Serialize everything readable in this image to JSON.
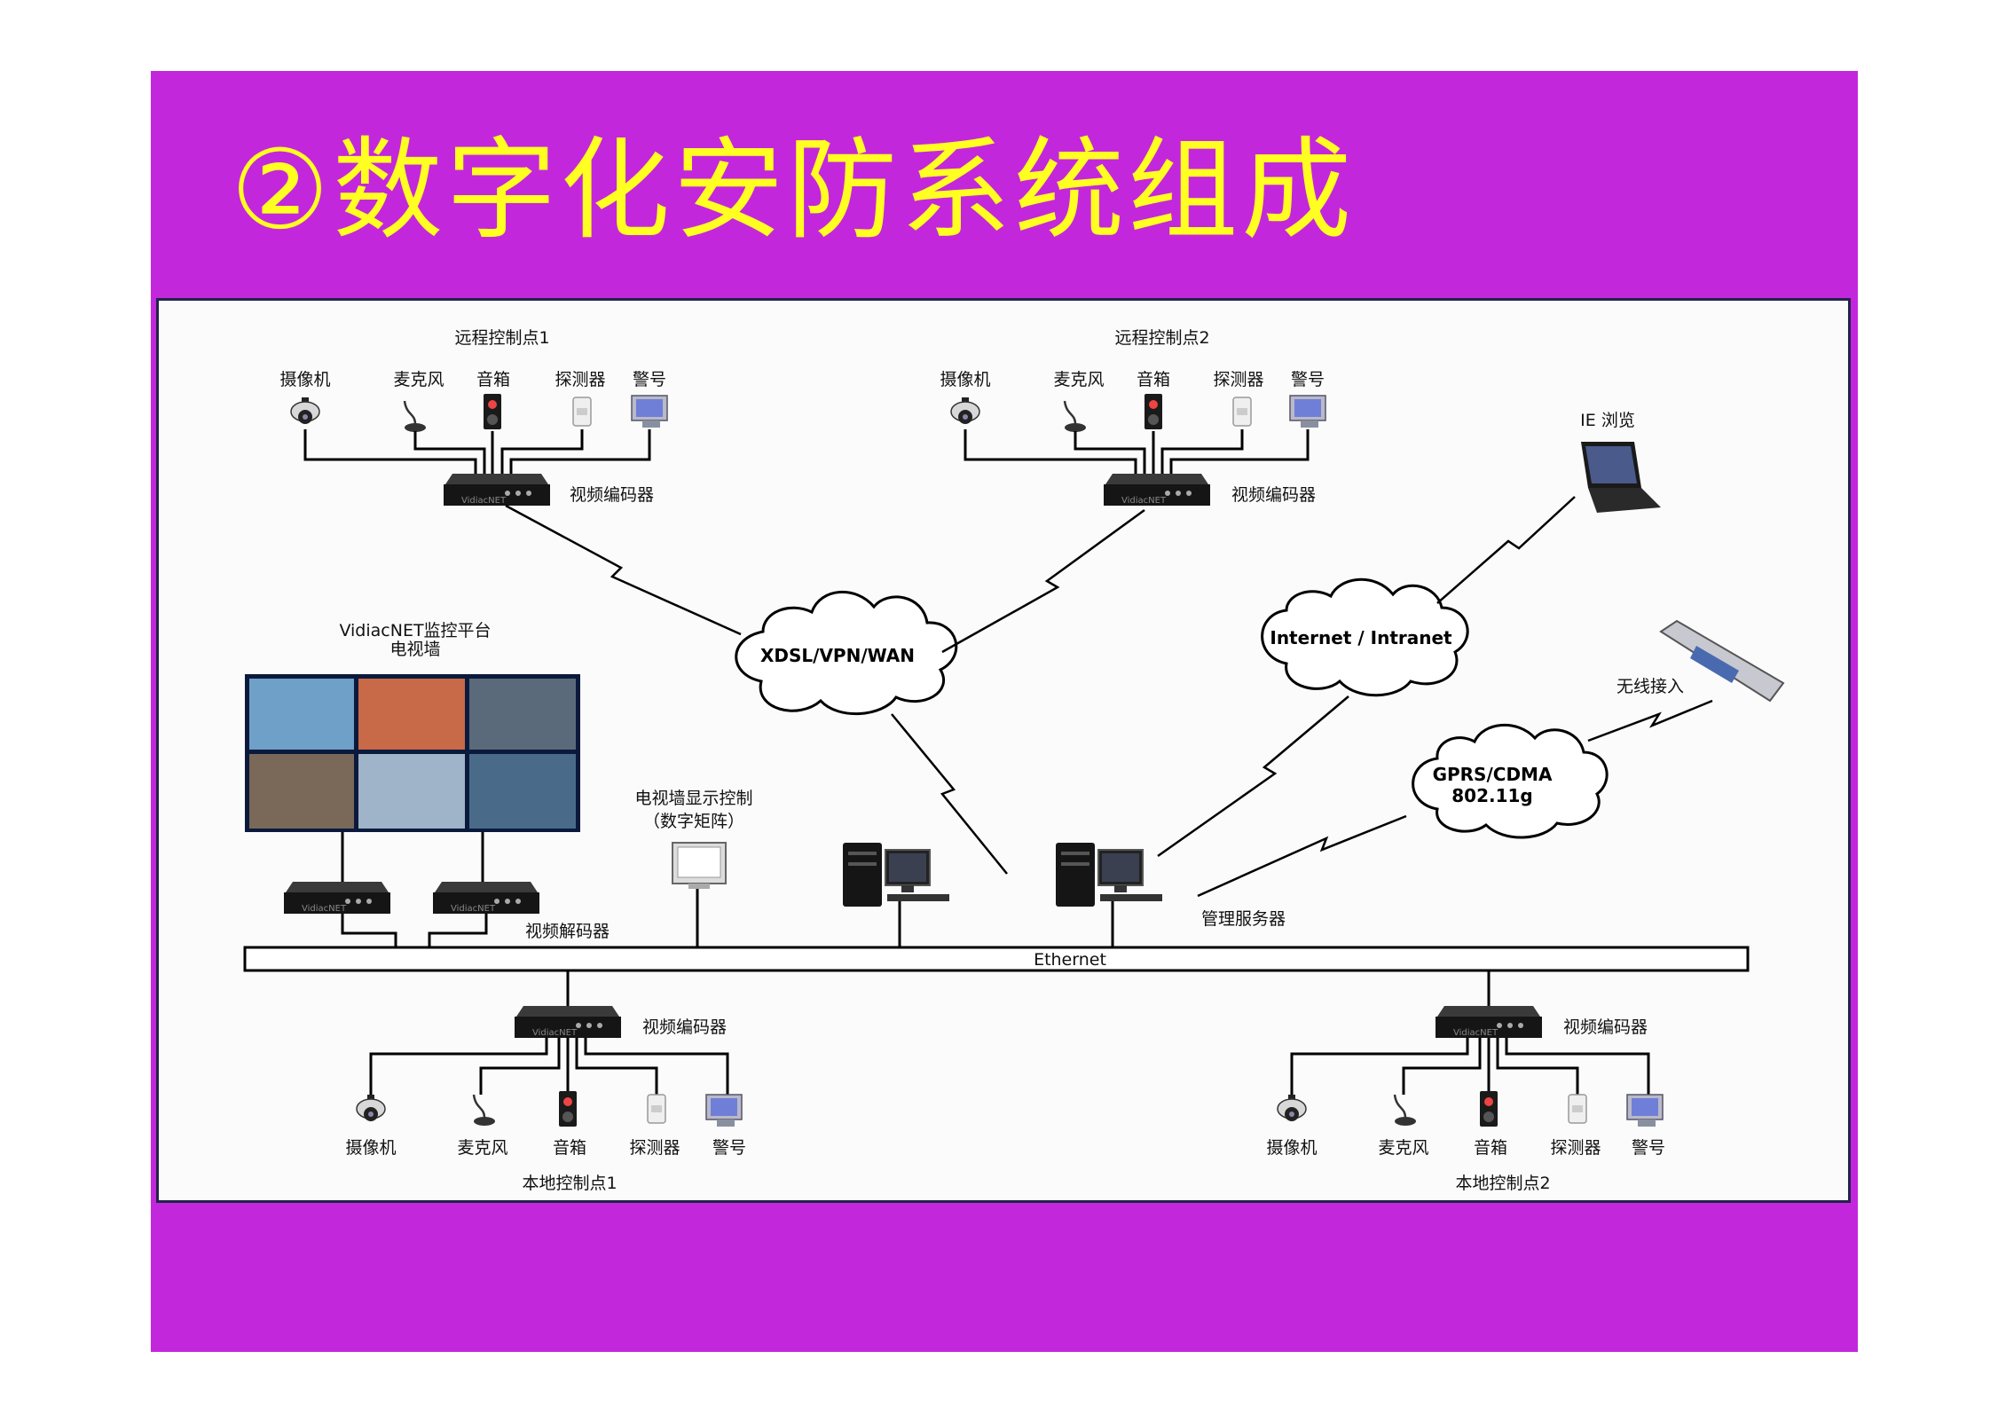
{
  "title": "②数字化安防系统组成",
  "labels": {
    "remote1": "远程控制点1",
    "remote2": "远程控制点2",
    "local1": "本地控制点1",
    "local2": "本地控制点2",
    "camera": "摄像机",
    "microphone": "麦克风",
    "speaker": "音箱",
    "detector": "探测器",
    "alarm": "警号",
    "encoder": "视频编码器",
    "decoder": "视频解码器",
    "platform_line1": "VidiacNET监控平台",
    "platform_line2": "电视墙",
    "tv_control_line1": "电视墙显示控制",
    "tv_control_line2": "（数字矩阵）",
    "ie_browse": "IE 浏览",
    "wireless": "无线接入",
    "mgmt_server": "管理服务器",
    "ethernet": "Ethernet"
  },
  "clouds": {
    "wan": "XDSL/VPN/WAN",
    "internet": "Internet / Intranet",
    "gprs_line1": "GPRS/CDMA",
    "gprs_line2": "802.11g"
  },
  "colors": {
    "slide_bg": "#c327dc",
    "title": "#ffff22",
    "panel_border": "#22234a"
  }
}
